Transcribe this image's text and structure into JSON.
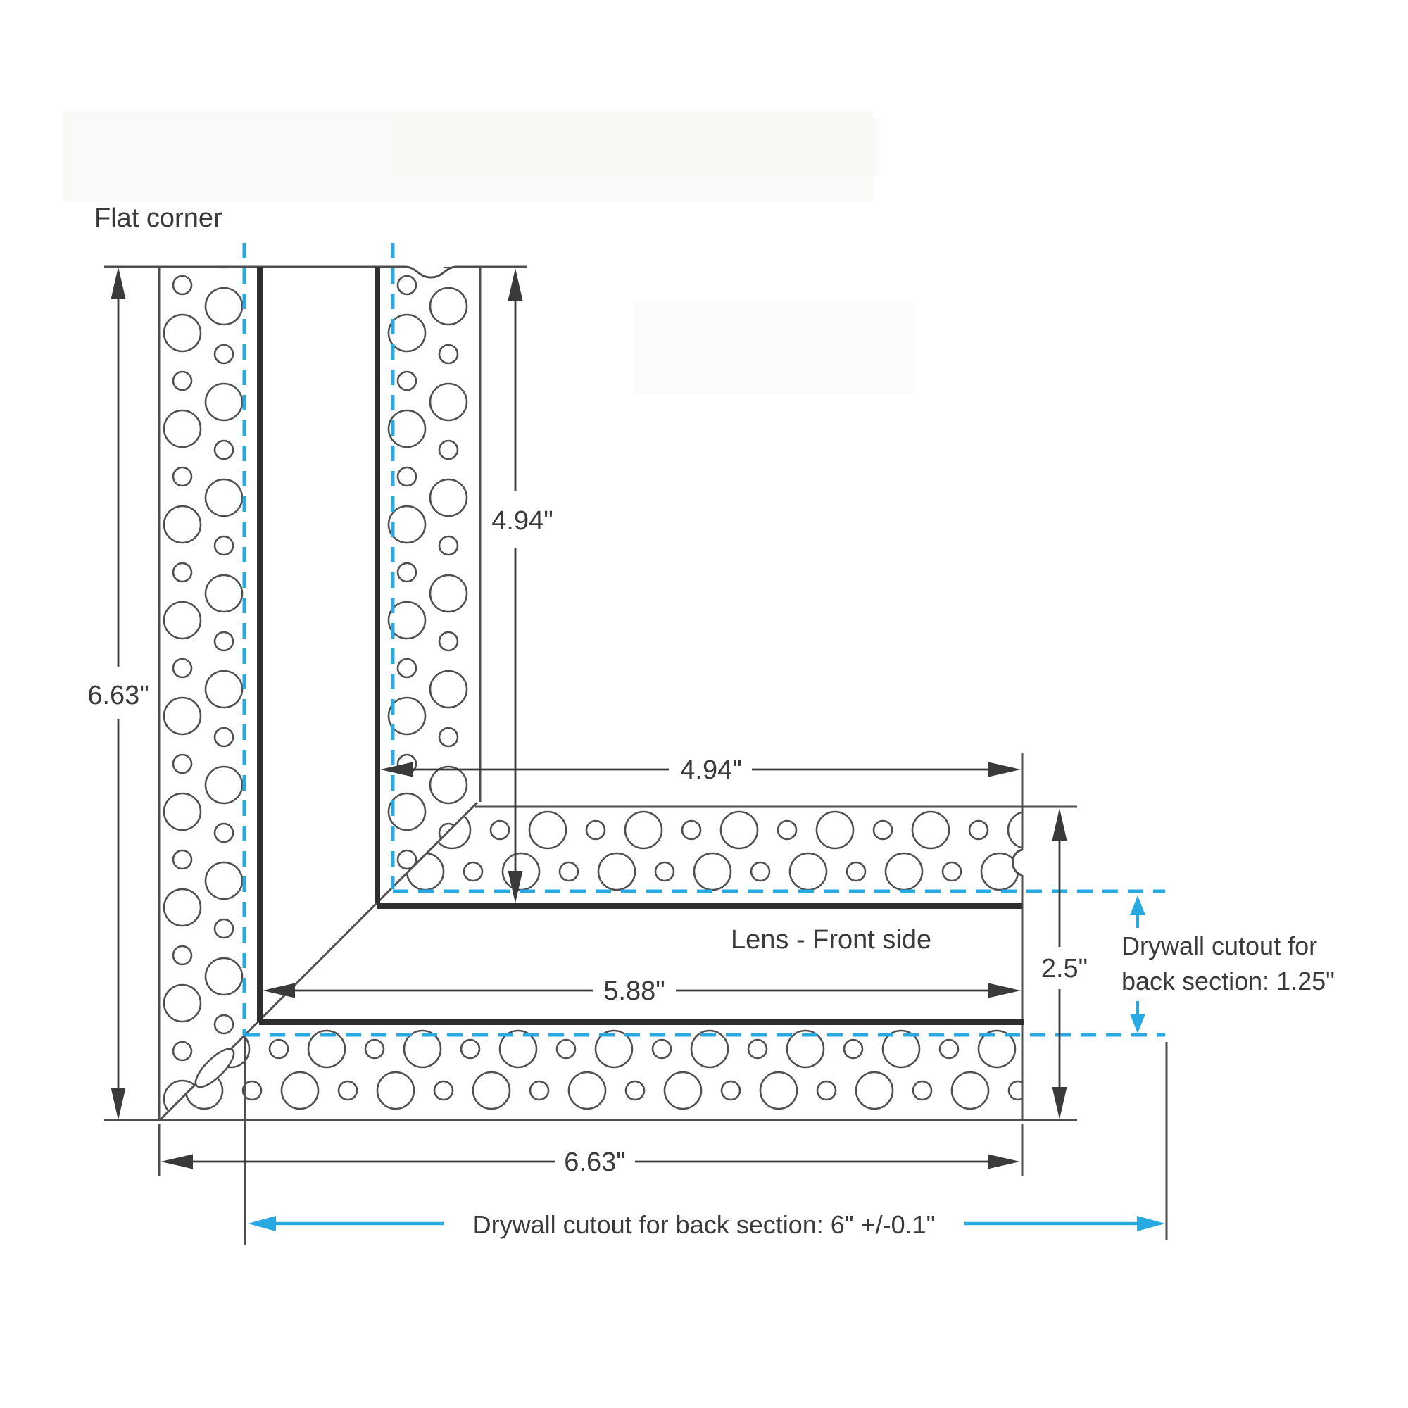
{
  "title": "Flat corner",
  "labels": {
    "lens": "Lens - Front side"
  },
  "dimensions": {
    "left_height": "6.63\"",
    "vertical_inner": "4.94\"",
    "horizontal_inner": "4.94\"",
    "lens_opening": "5.88\"",
    "profile_width": "2.5\"",
    "bottom_width": "6.63\""
  },
  "annotations": {
    "side_cutout_line1": "Drywall cutout for",
    "side_cutout_line2": "back section: 1.25\"",
    "bottom_cutout": "Drywall cutout for back section: 6\" +/-0.1\""
  },
  "colors": {
    "accent_blue": "#29a9e1",
    "line_gray": "#4f4f4f",
    "line_dark": "#2e2e2e",
    "text_dark": "#3a3a3a"
  }
}
